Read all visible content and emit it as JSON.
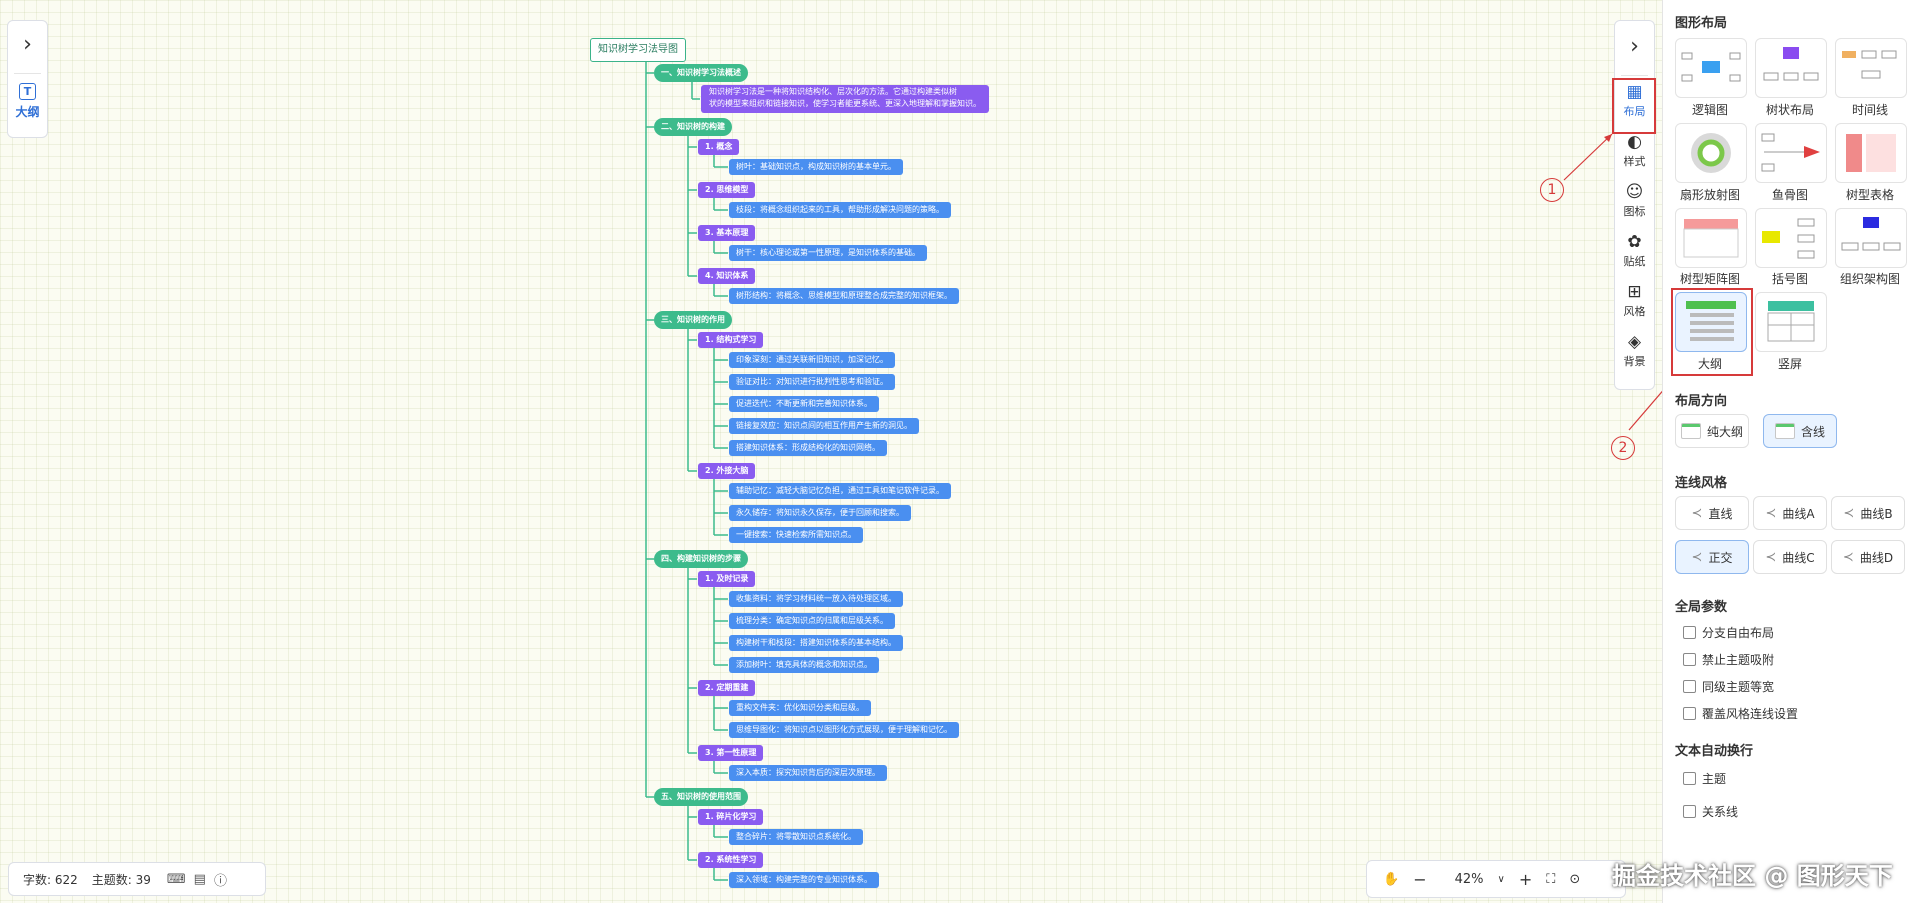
{
  "left_panel": {
    "outline_label": "大纲"
  },
  "mindmap": {
    "root": "知识树学习法导图",
    "sections": [
      {
        "title": "一、知识树学习法概述",
        "desc": "知识树学习法是一种将知识结构化、层次化的方法。它通过构建类似树\n状的模型来组织和链接知识，使学习者能更系统、更深入地理解和掌握知识。"
      },
      {
        "title": "二、知识树的构建",
        "groups": [
          {
            "title": "1. 概念",
            "items": [
              "树叶：基础知识点，构成知识树的基本单元。"
            ]
          },
          {
            "title": "2. 思维模型",
            "items": [
              "枝段：将概念组织起来的工具，帮助形成解决问题的策略。"
            ]
          },
          {
            "title": "3. 基本原理",
            "items": [
              "树干：核心理论或第一性原理，是知识体系的基础。"
            ]
          },
          {
            "title": "4. 知识体系",
            "items": [
              "树形结构：将概念、思维模型和原理整合成完整的知识框架。"
            ]
          }
        ]
      },
      {
        "title": "三、知识树的作用",
        "groups": [
          {
            "title": "1. 结构式学习",
            "items": [
              "印象深刻：通过关联新旧知识，加深记忆。",
              "验证对比：对知识进行批判性思考和验证。",
              "促进迭代：不断更新和完善知识体系。",
              "链接复效应：知识点间的相互作用产生新的洞见。",
              "搭建知识体系：形成结构化的知识网络。"
            ]
          },
          {
            "title": "2. 外接大脑",
            "items": [
              "辅助记忆：减轻大脑记忆负担，通过工具如笔记软件记录。",
              "永久储存：将知识永久保存，便于回顾和搜索。",
              "一键搜索：快速检索所需知识点。"
            ]
          }
        ]
      },
      {
        "title": "四、构建知识树的步骤",
        "groups": [
          {
            "title": "1. 及时记录",
            "items": [
              "收集资料：将学习材料统一放入待处理区域。",
              "梳理分类：确定知识点的归属和层级关系。",
              "构建树干和枝段：搭建知识体系的基本结构。",
              "添加树叶：填充具体的概念和知识点。"
            ]
          },
          {
            "title": "2. 定期重建",
            "items": [
              "重构文件夹：优化知识分类和层级。",
              "思维导图化：将知识点以图形化方式展现，便于理解和记忆。"
            ]
          },
          {
            "title": "3. 第一性原理",
            "items": [
              "深入本质：探究知识背后的深层次原理。"
            ]
          }
        ]
      },
      {
        "title": "五、知识树的使用范围",
        "groups": [
          {
            "title": "1. 碎片化学习",
            "items": [
              "整合碎片：将零散知识点系统化。"
            ]
          },
          {
            "title": "2. 系统性学习",
            "items": [
              "深入领域：构建完整的专业知识体系。"
            ]
          }
        ]
      }
    ]
  },
  "toolbar": {
    "items": [
      {
        "id": "layout",
        "label": "布局",
        "icon": "layout-icon"
      },
      {
        "id": "style",
        "label": "样式",
        "icon": "palette-icon"
      },
      {
        "id": "icon",
        "label": "图标",
        "icon": "smiley-icon"
      },
      {
        "id": "sticker",
        "label": "贴纸",
        "icon": "sticker-icon"
      },
      {
        "id": "theme",
        "label": "风格",
        "icon": "grid-icon"
      },
      {
        "id": "bg",
        "label": "背景",
        "icon": "layers-icon"
      }
    ]
  },
  "annotations": {
    "one": "1",
    "two": "2"
  },
  "panel": {
    "layout_title": "图形布局",
    "layouts": [
      "逻辑图",
      "树状布局",
      "时间线",
      "扇形放射图",
      "鱼骨图",
      "树型表格",
      "树型矩阵图",
      "括号图",
      "组织架构图",
      "大纲",
      "竖屏"
    ],
    "direction_title": "布局方向",
    "directions": [
      "纯大纲",
      "含线"
    ],
    "line_title": "连线风格",
    "lines": [
      "直线",
      "曲线A",
      "曲线B",
      "正交",
      "曲线C",
      "曲线D"
    ],
    "global_title": "全局参数",
    "global_opts": [
      "分支自由布局",
      "禁止主题吸附",
      "同级主题等宽",
      "覆盖风格连线设置"
    ],
    "wrap_title": "文本自动换行",
    "wrap_opts": [
      "主题",
      "关系线"
    ]
  },
  "status": {
    "word_count": "字数: 622",
    "topic_count": "主题数: 39"
  },
  "zoom": {
    "level": "42%"
  },
  "watermark": "掘金技术社区 @ 图形天下",
  "colors": {
    "accent": "#2f6fd6",
    "level1": "#3dbb8c",
    "level2": "#8a5cf0",
    "level3": "#4a8ff0",
    "annotation": "#d63a3a"
  }
}
